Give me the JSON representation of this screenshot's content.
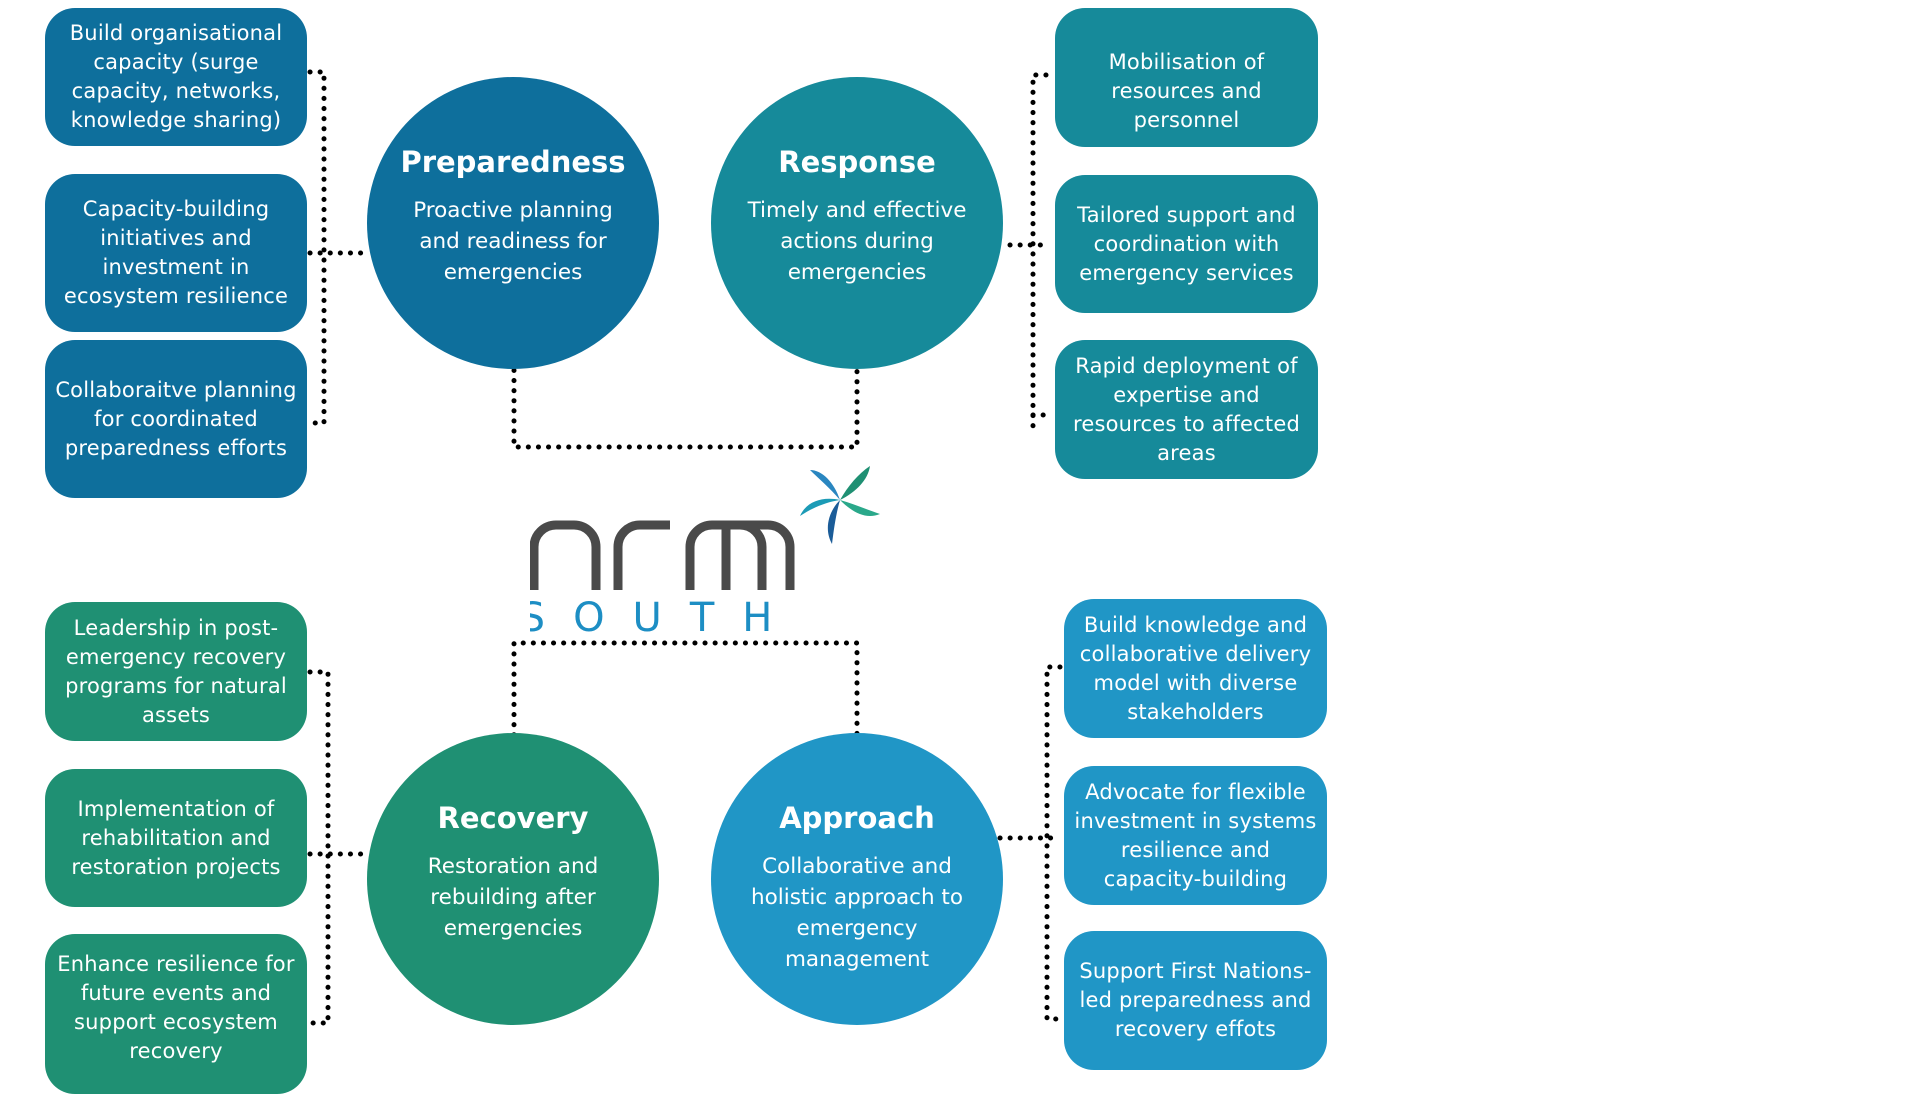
{
  "colors": {
    "preparedness": "#0e6f9c",
    "response": "#168a9a",
    "recovery": "#1f9073",
    "approach": "#2096c6",
    "connector": "#000000"
  },
  "logo": {
    "name_top": "nrm",
    "name_bottom": "SOUTH",
    "icon": "flower-icon"
  },
  "quadrants": {
    "preparedness": {
      "title": "Preparedness",
      "description": "Proactive planning and readiness for emergencies",
      "items": [
        "Build organisational capacity (surge capacity, networks, knowledge sharing)",
        "Capacity-building initiatives and investment in ecosystem resilience",
        "Collaboraitve planning for coordinated preparedness efforts"
      ]
    },
    "response": {
      "title": "Response",
      "description": "Timely and effective actions during emergencies",
      "items": [
        "Mobilisation of resources and personnel",
        "Tailored support and coordination with emergency services",
        "Rapid deployment of expertise and resources to affected areas"
      ]
    },
    "recovery": {
      "title": "Recovery",
      "description": "Restoration and rebuilding after emergencies",
      "items": [
        "Leadership in post-emergency recovery programs for natural assets",
        "Implementation of rehabilitation and restoration projects",
        "Enhance resilience for future events and support ecosystem recovery"
      ]
    },
    "approach": {
      "title": "Approach",
      "description": "Collaborative and holistic approach to emergency management",
      "items": [
        "Build knowledge and collaborative delivery model with diverse stakeholders",
        "Advocate for flexible investment in systems resilience and capacity-building",
        "Support First Nations-led preparedness and recovery effots"
      ]
    }
  }
}
